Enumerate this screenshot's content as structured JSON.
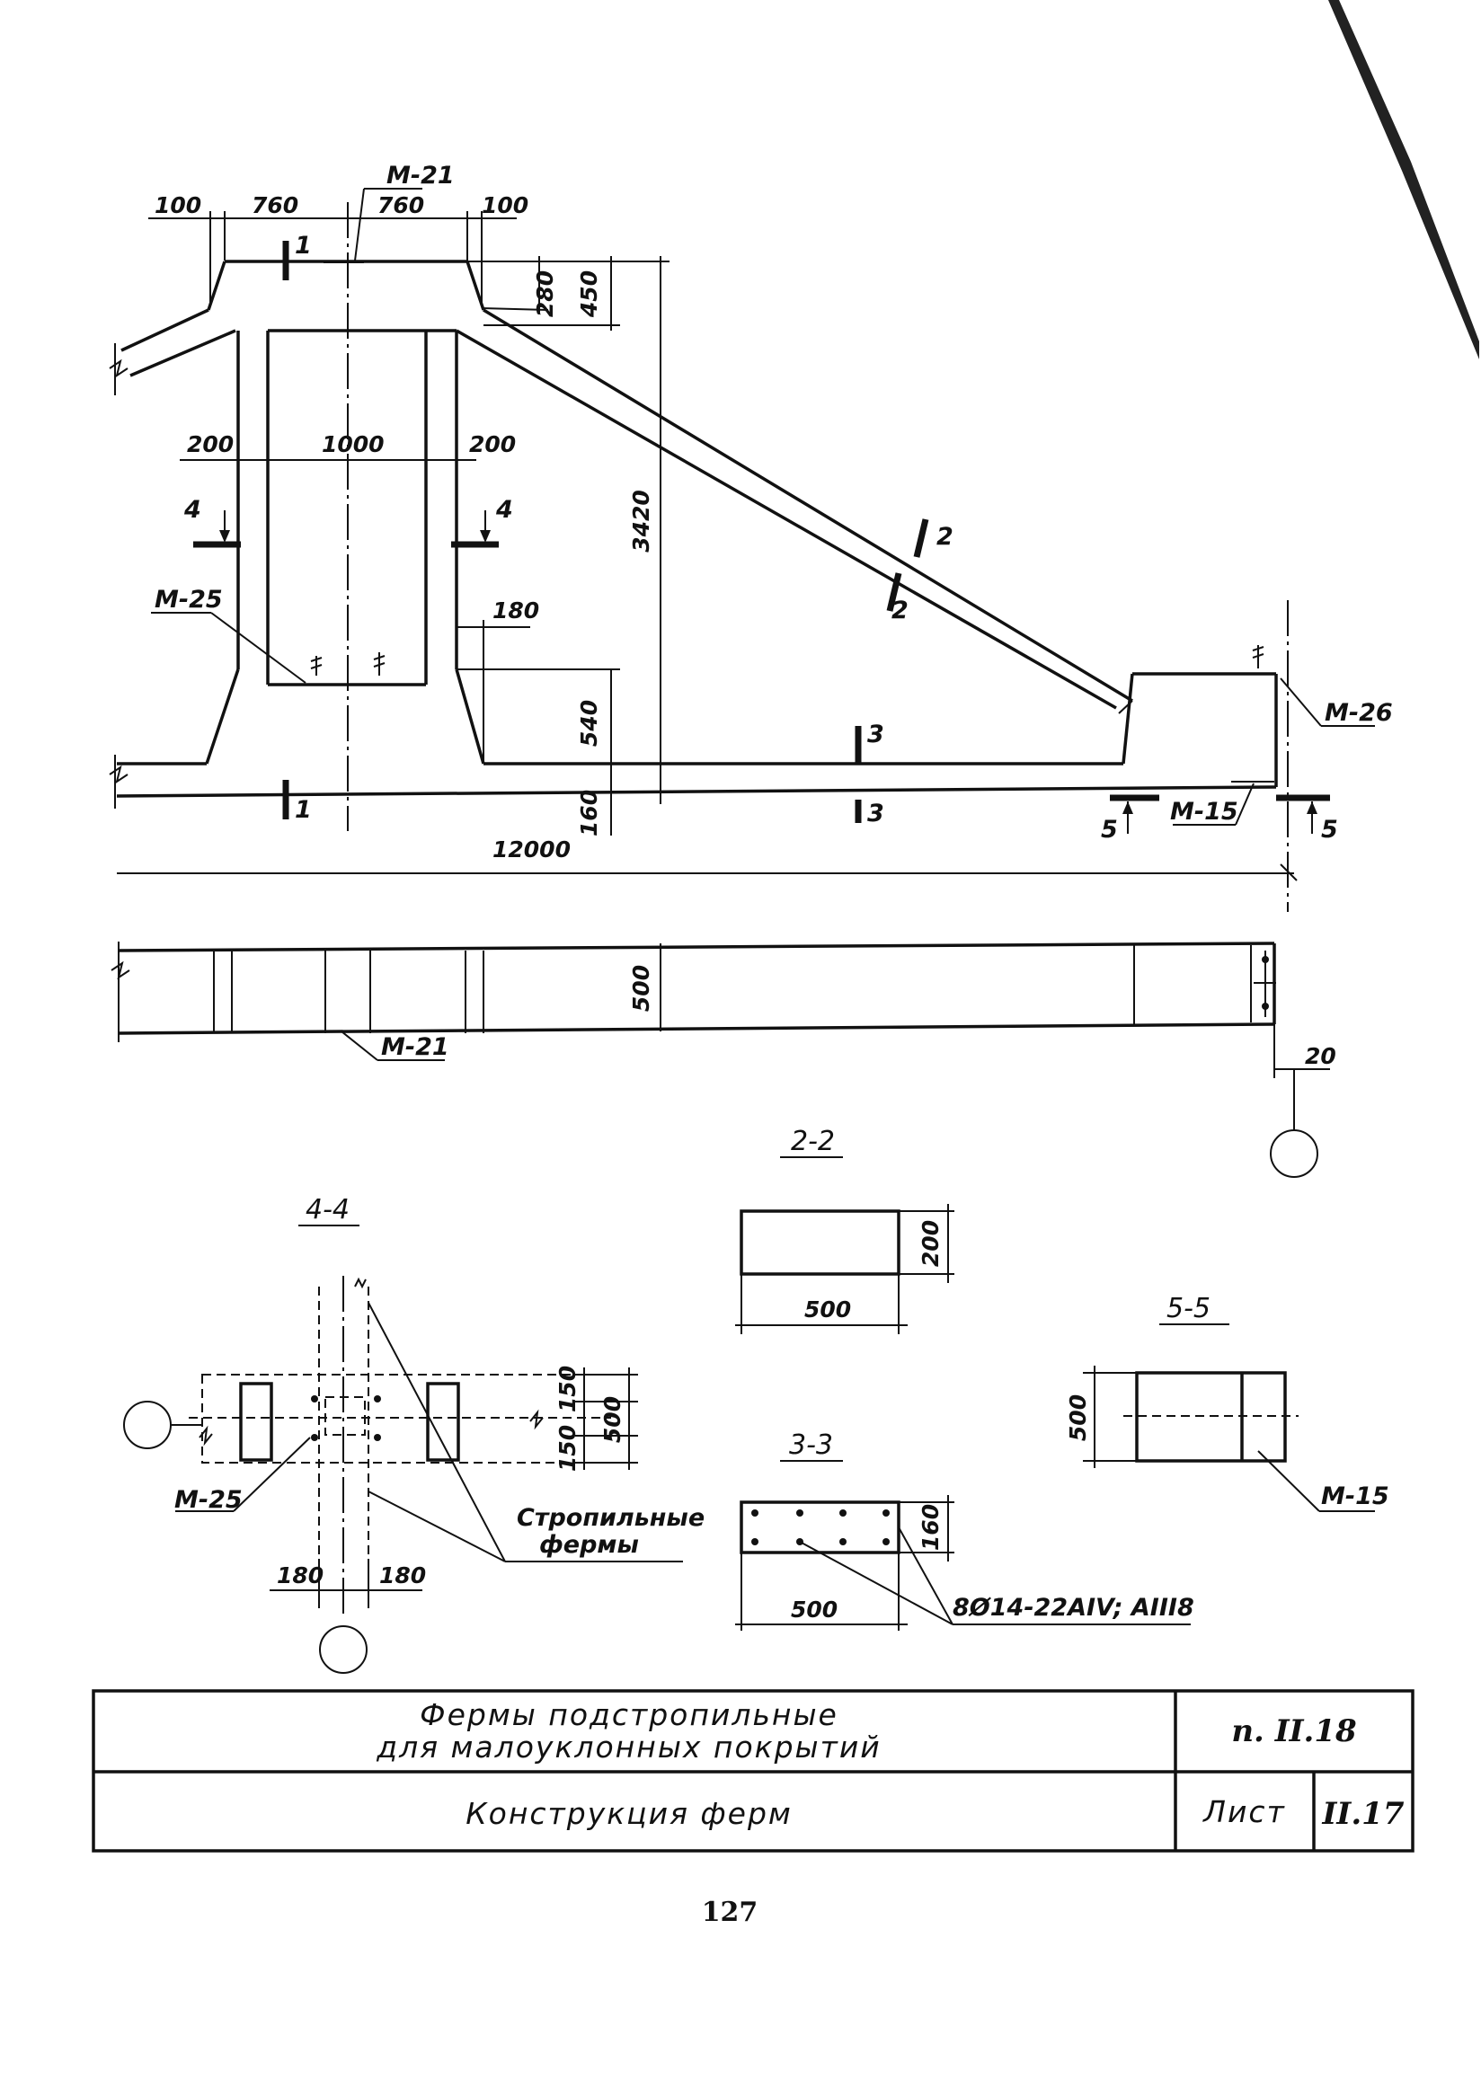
{
  "elevation": {
    "dims": {
      "top_left_100": "100",
      "top_left_760": "760",
      "top_right_760": "760",
      "top_right_100": "100",
      "dim_280": "280",
      "dim_450": "450",
      "dim_200_left": "200",
      "dim_1000": "1000",
      "dim_200_right": "200",
      "dim_3420": "3420",
      "dim_180": "180",
      "dim_540": "540",
      "dim_160": "160",
      "dim_12000": "12000"
    },
    "marks": {
      "m21": "M-21",
      "m25": "M-25",
      "m26": "M-26",
      "m15": "M-15"
    },
    "section_marks": {
      "s1_top": "1",
      "s1_bottom": "1",
      "s2_upper": "2",
      "s2_lower": "2",
      "s3_upper": "3",
      "s3_lower": "3",
      "s4_left": "4",
      "s4_right": "4",
      "s5_left": "5",
      "s5_right": "5"
    }
  },
  "plan": {
    "dim_500": "500",
    "dim_20": "20",
    "mark_m21": "M-21"
  },
  "section_2_2": {
    "title": "2-2",
    "width": "500",
    "height": "200"
  },
  "section_3_3": {
    "title": "3-3",
    "width": "500",
    "height": "160",
    "rebar": "8Ø14-22AIV; AIII8"
  },
  "section_4_4": {
    "title": "4-4",
    "dim_150_top": "150",
    "dim_500": "500",
    "dim_150_bottom": "150",
    "dim_180_left": "180",
    "dim_180_right": "180",
    "mark_m25": "M-25",
    "rafter_label_1": "Стропильные",
    "rafter_label_2": "фермы"
  },
  "section_5_5": {
    "title": "5-5",
    "height": "500",
    "mark_m15": "M-15"
  },
  "title_block": {
    "title_line1": "Фермы подстропильные",
    "title_line2": "для малоуклонных покрытий",
    "subtitle": "Конструкция ферм",
    "code": "п. II.18",
    "sheet_label": "Лист",
    "sheet_number": "II.17"
  },
  "page_number": "127"
}
